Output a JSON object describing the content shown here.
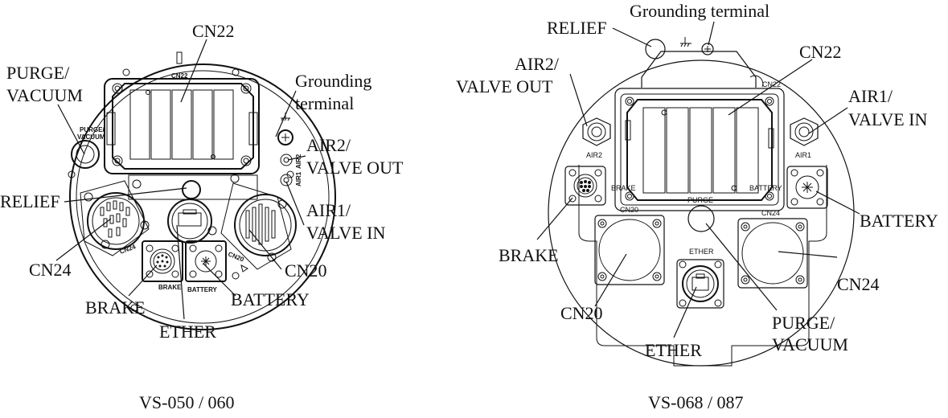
{
  "diagrams": [
    {
      "caption": "VS-050 / 060",
      "callouts": {
        "cn22": "CN22",
        "purge_line1": "PURGE/",
        "purge_line2": "VACUUM",
        "ground_line1": "Grounding",
        "ground_line2": "terminal",
        "air2_line1": "AIR2/",
        "air2_line2": "VALVE OUT",
        "relief": "RELIEF",
        "air1_line1": "AIR1/",
        "air1_line2": "VALVE IN",
        "cn24": "CN24",
        "cn20": "CN20",
        "brake": "BRAKE",
        "battery": "BATTERY",
        "ether": "ETHER"
      },
      "panel_labels": {
        "cn22": "CN22",
        "purge_1": "PURGE/",
        "purge_2": "VACUUM",
        "air2": "AIR2",
        "air1": "AIR1",
        "cn24": "CN24",
        "cn20": "CN20",
        "brake": "BRAKE",
        "battery": "BATTERY"
      }
    },
    {
      "caption": "VS-068 / 087",
      "callouts": {
        "ground": "Grounding terminal",
        "relief": "RELIEF",
        "cn22": "CN22",
        "air2_line1": "AIR2/",
        "air2_line2": "VALVE OUT",
        "air1_line1": "AIR1/",
        "air1_line2": "VALVE IN",
        "battery": "BATTERY",
        "brake": "BRAKE",
        "cn24": "CN24",
        "cn20": "CN20",
        "purge_line1": "PURGE/",
        "purge_line2": "VACUUM",
        "ether": "ETHER"
      },
      "panel_labels": {
        "cn22": "CN22",
        "air2": "AIR2",
        "air1": "AIR1",
        "brake": "BRAKE",
        "battery": "BATTERY",
        "purge": "PURGE",
        "cn20": "CN20",
        "cn24": "CN24",
        "ether": "ETHER"
      }
    }
  ]
}
